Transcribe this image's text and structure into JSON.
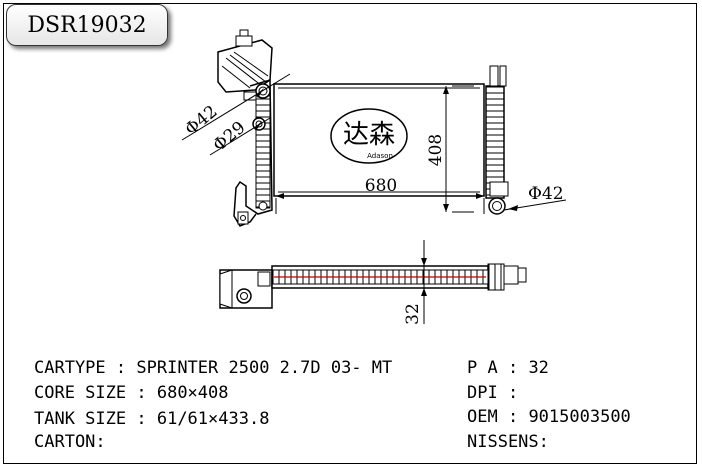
{
  "part_no": "DSR19032",
  "logo": {
    "cn": "达森",
    "en": "Adason"
  },
  "dimensions": {
    "core_width": "680",
    "core_height": "408",
    "inlet_dia": "Φ42",
    "small_dia": "Φ29",
    "outlet_dia": "Φ42",
    "core_thickness": "32"
  },
  "specs": {
    "cartype_label": "CARTYPE",
    "cartype_value": "SPRINTER 2500 2.7D 03- MT",
    "core_size_label": "CORE SIZE",
    "core_size_value": "680×408",
    "tank_size_label": "TANK SIZE",
    "tank_size_value": "61/61×433.8",
    "carton_label": "CARTON:",
    "pa_label": "P A",
    "pa_value": "32",
    "dpi_label": "DPI",
    "oem_label": "OEM",
    "oem_value": "9015003500",
    "nissens_label": "NISSENS:"
  }
}
